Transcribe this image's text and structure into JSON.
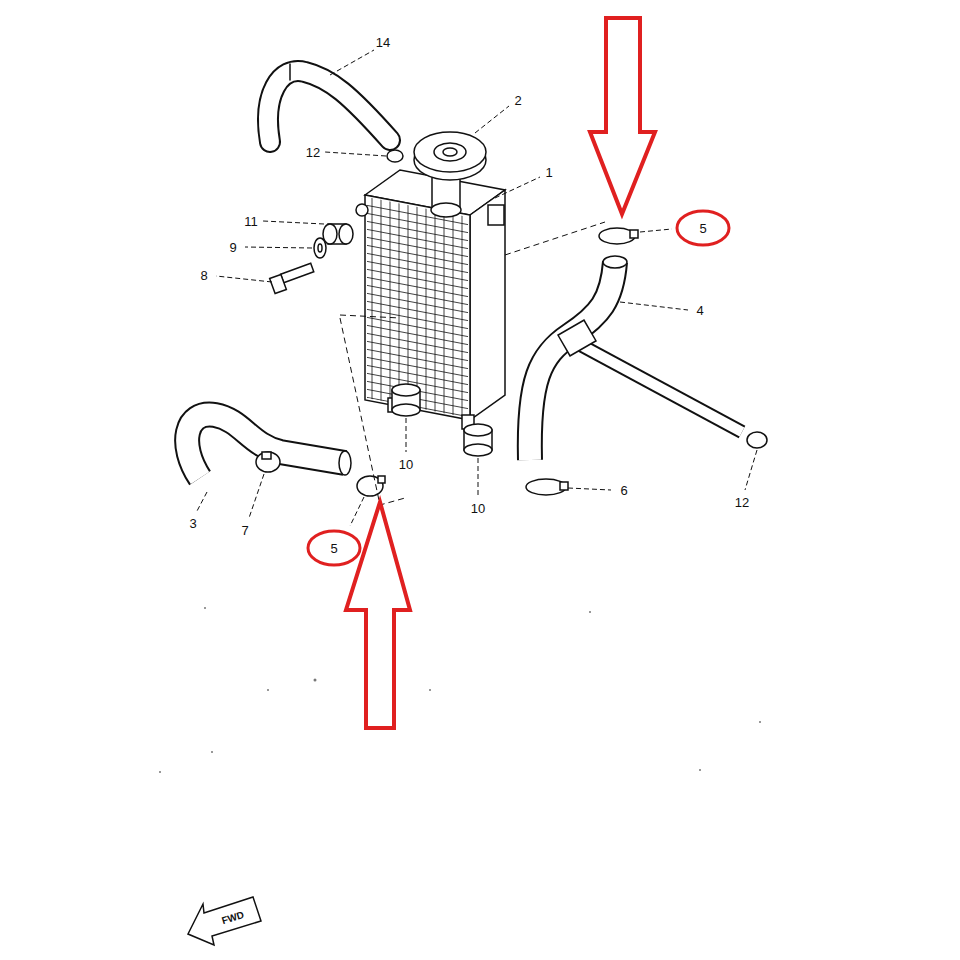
{
  "diagram": {
    "nodes": [
      {
        "text": [
          "5"
        ]
      },
      {
        "text": [
          "5"
        ]
      }
    ],
    "labels": [
      "14",
      "2",
      "12",
      "1",
      "11",
      "9",
      "8",
      "4",
      "10",
      "10",
      "6",
      "12",
      "3",
      "7",
      "FWD"
    ]
  }
}
